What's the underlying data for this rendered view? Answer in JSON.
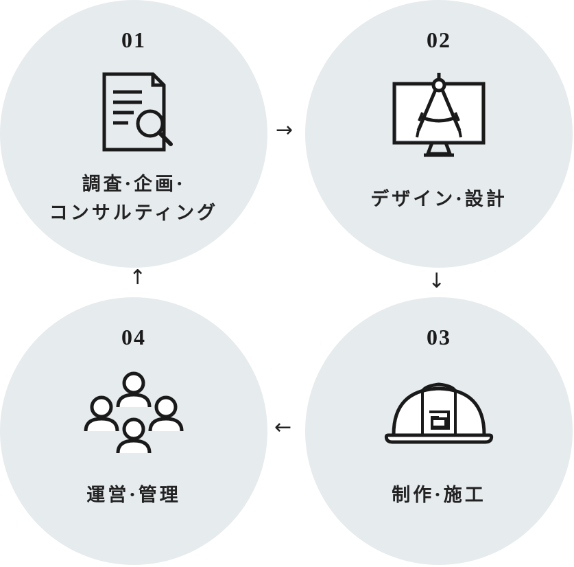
{
  "steps": [
    {
      "number": "01",
      "label_line1": "調査·企画·",
      "label_line2": "コンサルティング",
      "icon": "document-search-icon"
    },
    {
      "number": "02",
      "label_line1": "デザイン·設計",
      "icon": "monitor-compass-icon"
    },
    {
      "number": "03",
      "label_line1": "制作·施工",
      "icon": "hard-hat-icon"
    },
    {
      "number": "04",
      "label_line1": "運営·管理",
      "icon": "people-group-icon"
    }
  ],
  "arrows": {
    "right": "→",
    "down": "↓",
    "left": "←",
    "up": "↑"
  },
  "colors": {
    "circle": "#e6ebee",
    "ink": "#1a1a1a"
  }
}
